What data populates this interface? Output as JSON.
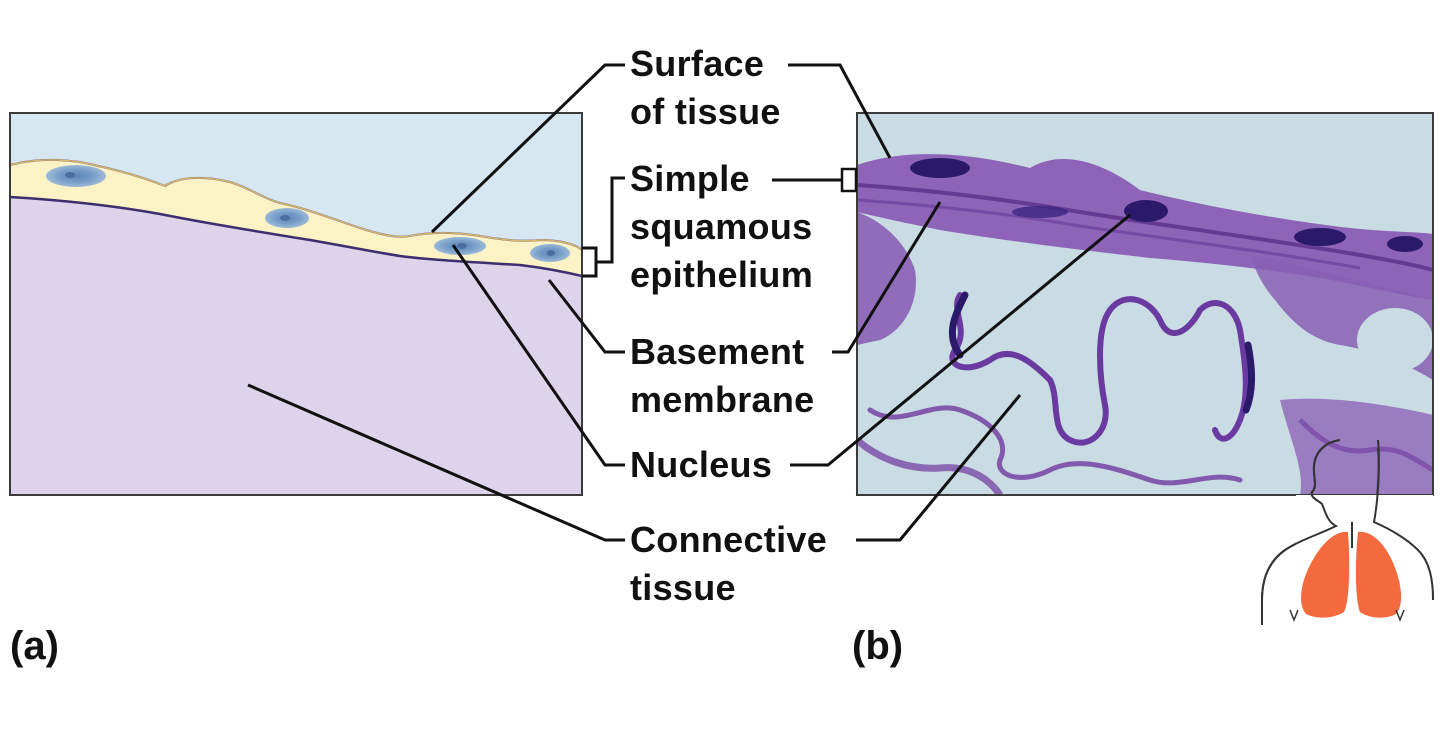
{
  "labels": {
    "surface_line1": "Surface",
    "surface_line2": "of tissue",
    "simple_line1": "Simple",
    "simple_line2": "squamous",
    "simple_line3": "epithelium",
    "basement_line1": "Basement",
    "basement_line2": "membrane",
    "nucleus": "Nucleus",
    "connective_line1": "Connective",
    "connective_line2": "tissue"
  },
  "panels": {
    "a": "(a)",
    "b": "(b)"
  },
  "colors": {
    "drawing_surface_sky": "#d6e7f1",
    "drawing_connective": "#ddd3ea",
    "drawing_epithelium": "#fbf3c6",
    "drawing_nucleus": "#6c93c2",
    "micrograph_background": "#c9dce3",
    "micrograph_stain": "#7b4aa6",
    "micrograph_nucleus": "#2b1a6a",
    "lung": "#f26a3d",
    "leader_line": "#111111"
  },
  "icons": {
    "body_silhouette": "torso-with-lungs-icon"
  }
}
